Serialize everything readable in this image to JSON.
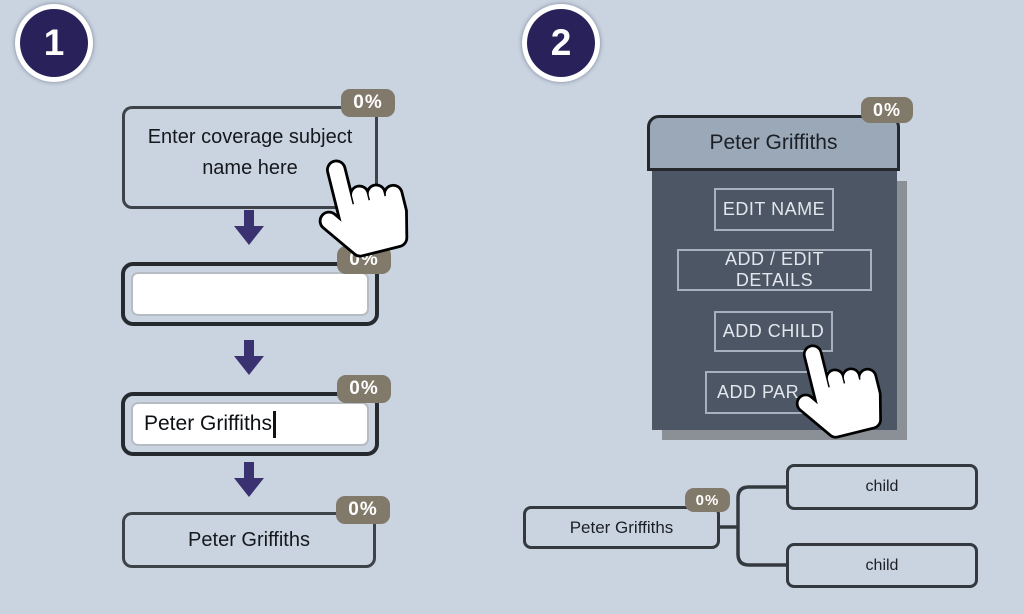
{
  "colors": {
    "background": "#cad4e1",
    "step_circle": "#29215a",
    "arrow": "#3a3171",
    "badge_bg": "#81796a",
    "badge_text": "#ffffff",
    "box_border": "#3e434a",
    "input_fill": "#ffffff",
    "menu_header_bg": "#9aa8b8",
    "menu_body_bg": "#4d5664",
    "menu_shadow": "#8b9097",
    "button_border": "#a7b1be",
    "button_text": "#e2e7ed"
  },
  "icons": {
    "hand_cursor": "pointing-hand",
    "down_arrow": "down-arrow"
  },
  "step1": {
    "number": "1",
    "prompt_box": {
      "text": "Enter coverage subject name here",
      "badge": "0%"
    },
    "empty_input": {
      "value": "",
      "badge": "0%"
    },
    "typed_input": {
      "value": "Peter Griffiths",
      "badge": "0%"
    },
    "result_box": {
      "label": "Peter Griffiths",
      "badge": "0%"
    }
  },
  "step2": {
    "number": "2",
    "menu": {
      "title": "Peter Griffiths",
      "badge": "0%",
      "buttons": [
        {
          "label": "EDIT NAME"
        },
        {
          "label": "ADD / EDIT DETAILS"
        },
        {
          "label": "ADD CHILD"
        },
        {
          "label": "ADD PAR"
        }
      ]
    },
    "tree": {
      "parent": {
        "label": "Peter Griffiths",
        "badge": "0%"
      },
      "children": [
        {
          "label": "child"
        },
        {
          "label": "child"
        }
      ]
    }
  }
}
